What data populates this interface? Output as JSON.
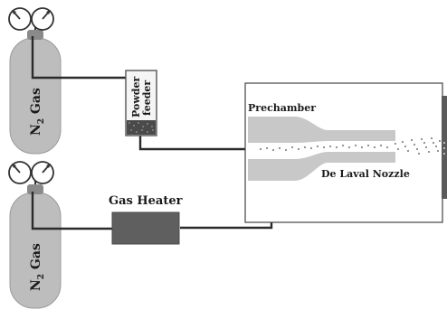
{
  "cylinders": [
    {
      "label_main": "N",
      "label_sub": "2",
      "label_rest": " Gas"
    },
    {
      "label_main": "N",
      "label_sub": "2",
      "label_rest": " Gas"
    }
  ],
  "powder_feeder": {
    "line1": "Powder",
    "line2": "feeder"
  },
  "gas_heater": {
    "label": "Gas Heater"
  },
  "chamber": {
    "prechamber_label": "Prechamber",
    "nozzle_label": "De Laval Nozzle"
  },
  "colors": {
    "cylinder": "#bdbdbd",
    "heater": "#5f5f5f",
    "nozzle": "#c8c8c8",
    "pipe": "#2b2b2b",
    "substrate": "#5a5a5a"
  }
}
